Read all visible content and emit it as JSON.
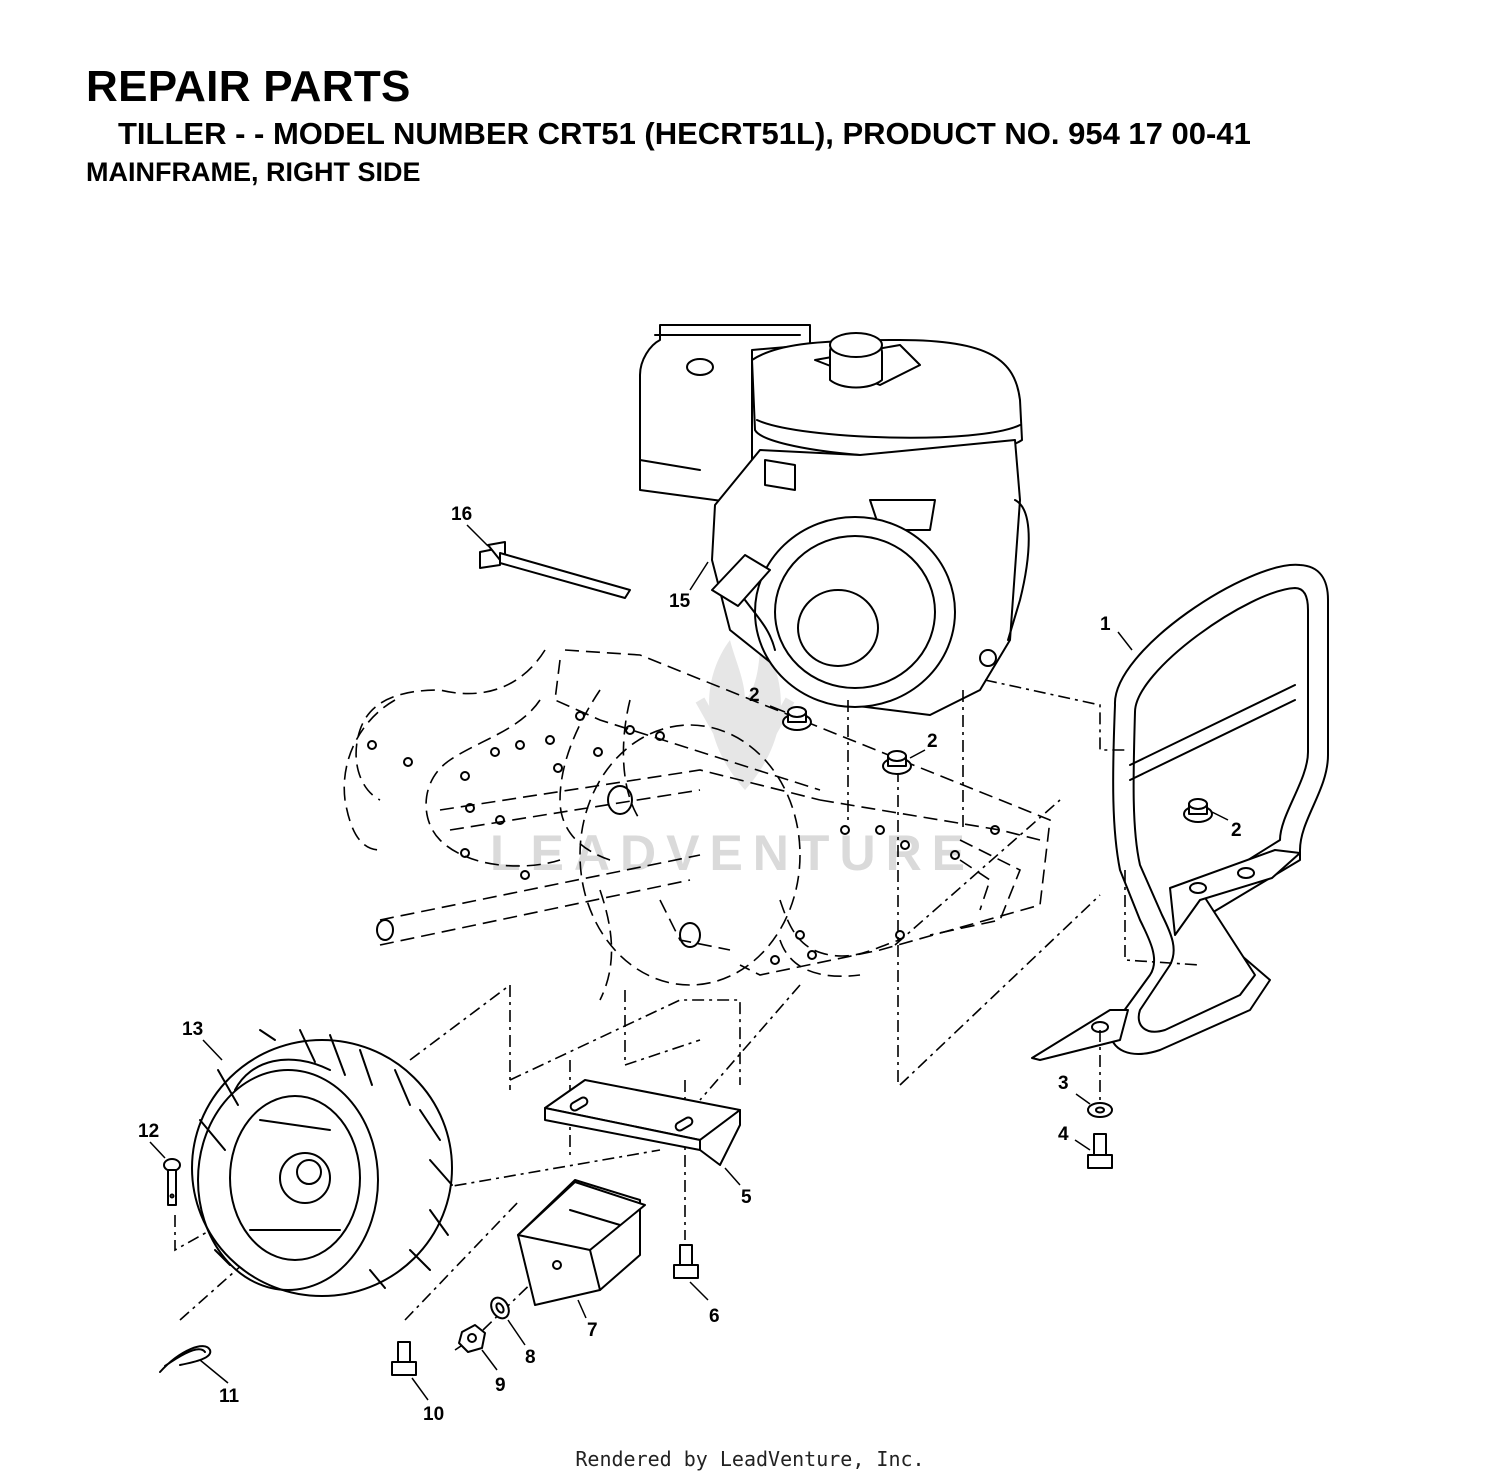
{
  "header": {
    "title": "REPAIR PARTS",
    "subtitle": "TILLER - - MODEL NUMBER CRT51 (HECRT51L), PRODUCT NO. 954 17 00-41",
    "section": "MAINFRAME, RIGHT SIDE"
  },
  "callouts": {
    "c1": "1",
    "c2a": "2",
    "c2b": "2",
    "c2c": "2",
    "c3": "3",
    "c4": "4",
    "c5": "5",
    "c6": "6",
    "c7": "7",
    "c8": "8",
    "c9": "9",
    "c10": "10",
    "c11": "11",
    "c12": "12",
    "c13": "13",
    "c15": "15",
    "c16": "16"
  },
  "watermark": "LEADVENTURE",
  "footer": "Rendered by LeadVenture, Inc."
}
